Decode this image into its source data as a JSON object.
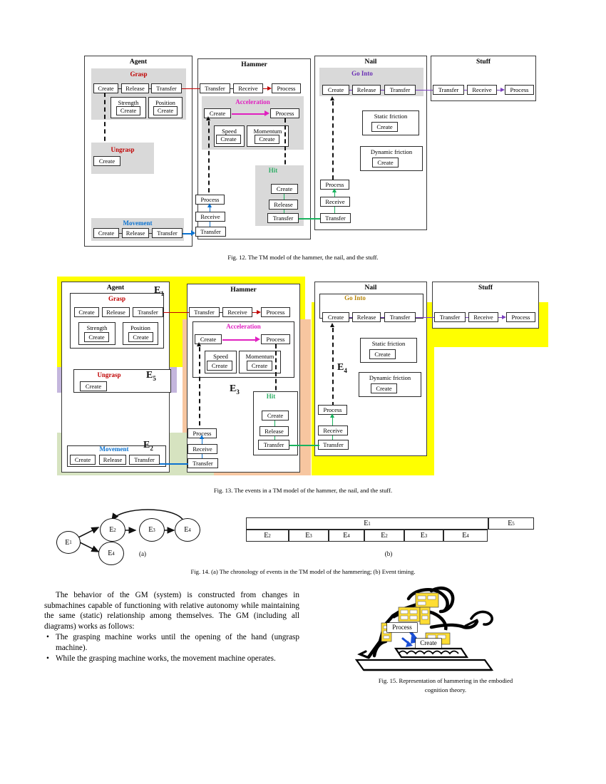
{
  "figure12": {
    "caption": "Fig. 12. The TM model of the hammer, the nail, and the stuff.",
    "panels": {
      "agent": {
        "title": "Agent",
        "grasp_label": "Grasp",
        "grasp_color": "#c00000",
        "grasp_flow": [
          "Create",
          "Release",
          "Transfer"
        ],
        "strength_label": "Strength",
        "strength_create": "Create",
        "position_label": "Position",
        "position_create": "Create",
        "ungrasp_label": "Ungrasp",
        "ungrasp_color": "#c00000",
        "ungrasp_create": "Create",
        "movement_label": "Movement",
        "movement_color": "#0b72d0",
        "movement_flow": [
          "Create",
          "Release",
          "Transfer"
        ]
      },
      "hammer": {
        "title": "Hammer",
        "top_flow": [
          "Transfer",
          "Receive",
          "Process"
        ],
        "acceleration_label": "Acceleration",
        "acceleration_color": "#e020c0",
        "accel_create": "Create",
        "accel_process": "Process",
        "speed_label": "Speed",
        "speed_create": "Create",
        "momentum_label": "Momentum",
        "momentum_create": "Create",
        "hit_label": "Hit",
        "hit_color": "#2fae66",
        "hit_flow": [
          "Create",
          "Release",
          "Transfer"
        ],
        "bottom_flow": [
          "Process",
          "Receive",
          "Transfer"
        ]
      },
      "nail": {
        "title": "Nail",
        "gointo_label": "Go Into",
        "gointo_color": "#6a2fb5",
        "gointo_flow": [
          "Create",
          "Release",
          "Transfer"
        ],
        "static_friction_label": "Static friction",
        "static_friction_create": "Create",
        "dynamic_friction_label": "Dynamic friction",
        "dynamic_friction_create": "Create",
        "bottom_flow": [
          "Process",
          "Receive",
          "Transfer"
        ]
      },
      "stuff": {
        "title": "Stuff",
        "flow": [
          "Transfer",
          "Receive",
          "Process"
        ]
      }
    },
    "arrow_colors": {
      "grasp_to_hammer": "#c00000",
      "acceleration": "#e020c0",
      "movement": "#0b72d0",
      "hit_to_nail": "#19b35e",
      "nail_to_stuff": "#7b3fbf",
      "internal_black": "#111111"
    }
  },
  "figure13": {
    "caption": "Fig. 13. The events in a TM model of the hammer, the nail, and the stuff.",
    "events": {
      "e1": "E",
      "e1sub": "1",
      "e2": "E",
      "e2sub": "2",
      "e3": "E",
      "e3sub": "3",
      "e4": "E",
      "e4sub": "4",
      "e5": "E",
      "e5sub": "5"
    },
    "highlight_colors": {
      "e1": "#ffff00",
      "e2": "#d6e3c0",
      "e3": "#f7c6a0",
      "e4": "#ffff00",
      "e5": "#c4b6dd"
    },
    "panels": {
      "agent": {
        "title": "Agent",
        "grasp_label": "Grasp",
        "grasp_flow": [
          "Create",
          "Release",
          "Transfer"
        ],
        "strength_label": "Strength",
        "strength_create": "Create",
        "position_label": "Position",
        "position_create": "Create",
        "ungrasp_label": "Ungrasp",
        "ungrasp_create": "Create",
        "movement_label": "Movement",
        "movement_flow": [
          "Create",
          "Release",
          "Transfer"
        ]
      },
      "hammer": {
        "title": "Hammer",
        "top_flow": [
          "Transfer",
          "Receive",
          "Process"
        ],
        "acceleration_label": "Acceleration",
        "accel_create": "Create",
        "accel_process": "Process",
        "speed_label": "Speed",
        "speed_create": "Create",
        "momentum_label": "Momentum",
        "momentum_create": "Create",
        "hit_label": "Hit",
        "hit_flow": [
          "Create",
          "Release",
          "Transfer"
        ],
        "bottom_flow": [
          "Process",
          "Receive",
          "Transfer"
        ]
      },
      "nail": {
        "title": "Nail",
        "gointo_label": "Go Into",
        "gointo_flow": [
          "Create",
          "Release",
          "Transfer"
        ],
        "static_friction_label": "Static friction",
        "static_friction_create": "Create",
        "dynamic_friction_label": "Dynamic friction",
        "dynamic_friction_create": "Create",
        "bottom_flow": [
          "Process",
          "Receive",
          "Transfer"
        ]
      },
      "stuff": {
        "title": "Stuff",
        "flow": [
          "Transfer",
          "Receive",
          "Process"
        ]
      }
    }
  },
  "figure14": {
    "caption": "Fig. 14.  (a) The chronology of events in the TM model of the hammering; (b) Event timing.",
    "sub_a": "(a)",
    "sub_b": "(b)",
    "graph": {
      "nodes": [
        {
          "id": "n-e1",
          "label": "E",
          "sub": "1"
        },
        {
          "id": "n-e2",
          "label": "E",
          "sub": "2"
        },
        {
          "id": "n-e3",
          "label": "E",
          "sub": "3"
        },
        {
          "id": "n-e4top",
          "label": "E",
          "sub": "4"
        },
        {
          "id": "n-e4bot",
          "label": "E",
          "sub": "4"
        }
      ],
      "edges": [
        "E1->E2",
        "E1->E4",
        "E2->E3",
        "E3->E4",
        "E4->E2"
      ]
    },
    "timing": {
      "row1": [
        {
          "label": "E",
          "sub": "1"
        },
        {
          "label": "E",
          "sub": "5"
        }
      ],
      "row2": [
        {
          "label": "E",
          "sub": "2"
        },
        {
          "label": "E",
          "sub": "3"
        },
        {
          "label": "E",
          "sub": "4"
        },
        {
          "label": "E",
          "sub": "2"
        },
        {
          "label": "E",
          "sub": "3"
        },
        {
          "label": "E",
          "sub": "4"
        }
      ]
    }
  },
  "body_text": {
    "paragraph": "The behavior of the GM (system) is constructed from changes in submachines capable of functioning with relative autonomy while maintaining the same (static) relationship among themselves. The GM (including all diagrams) works as follows:",
    "bullets": [
      "The grasping machine works until the opening of the hand (ungrasp machine).",
      "While the grasping machine works, the movement machine operates."
    ]
  },
  "figure15": {
    "caption_line1": "Fig. 15. Representation of hammering in the embodied",
    "caption_line2": "cognition theory.",
    "labels": {
      "process": "Process",
      "create": "Create"
    },
    "note_color": "#ffdd33"
  }
}
